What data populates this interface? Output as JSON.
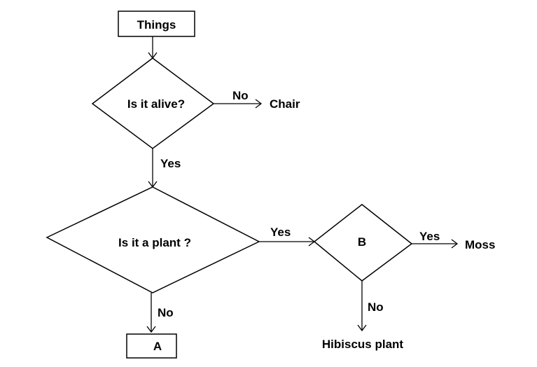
{
  "nodes": {
    "things": "Things",
    "is_alive": "Is it alive?",
    "chair": "Chair",
    "is_plant": "Is it a plant ?",
    "a": "A",
    "b": "B",
    "moss": "Moss",
    "hibiscus": "Hibiscus plant"
  },
  "edges": {
    "alive_no": "No",
    "alive_yes": "Yes",
    "plant_yes": "Yes",
    "plant_no": "No",
    "b_yes": "Yes",
    "b_no": "No"
  }
}
